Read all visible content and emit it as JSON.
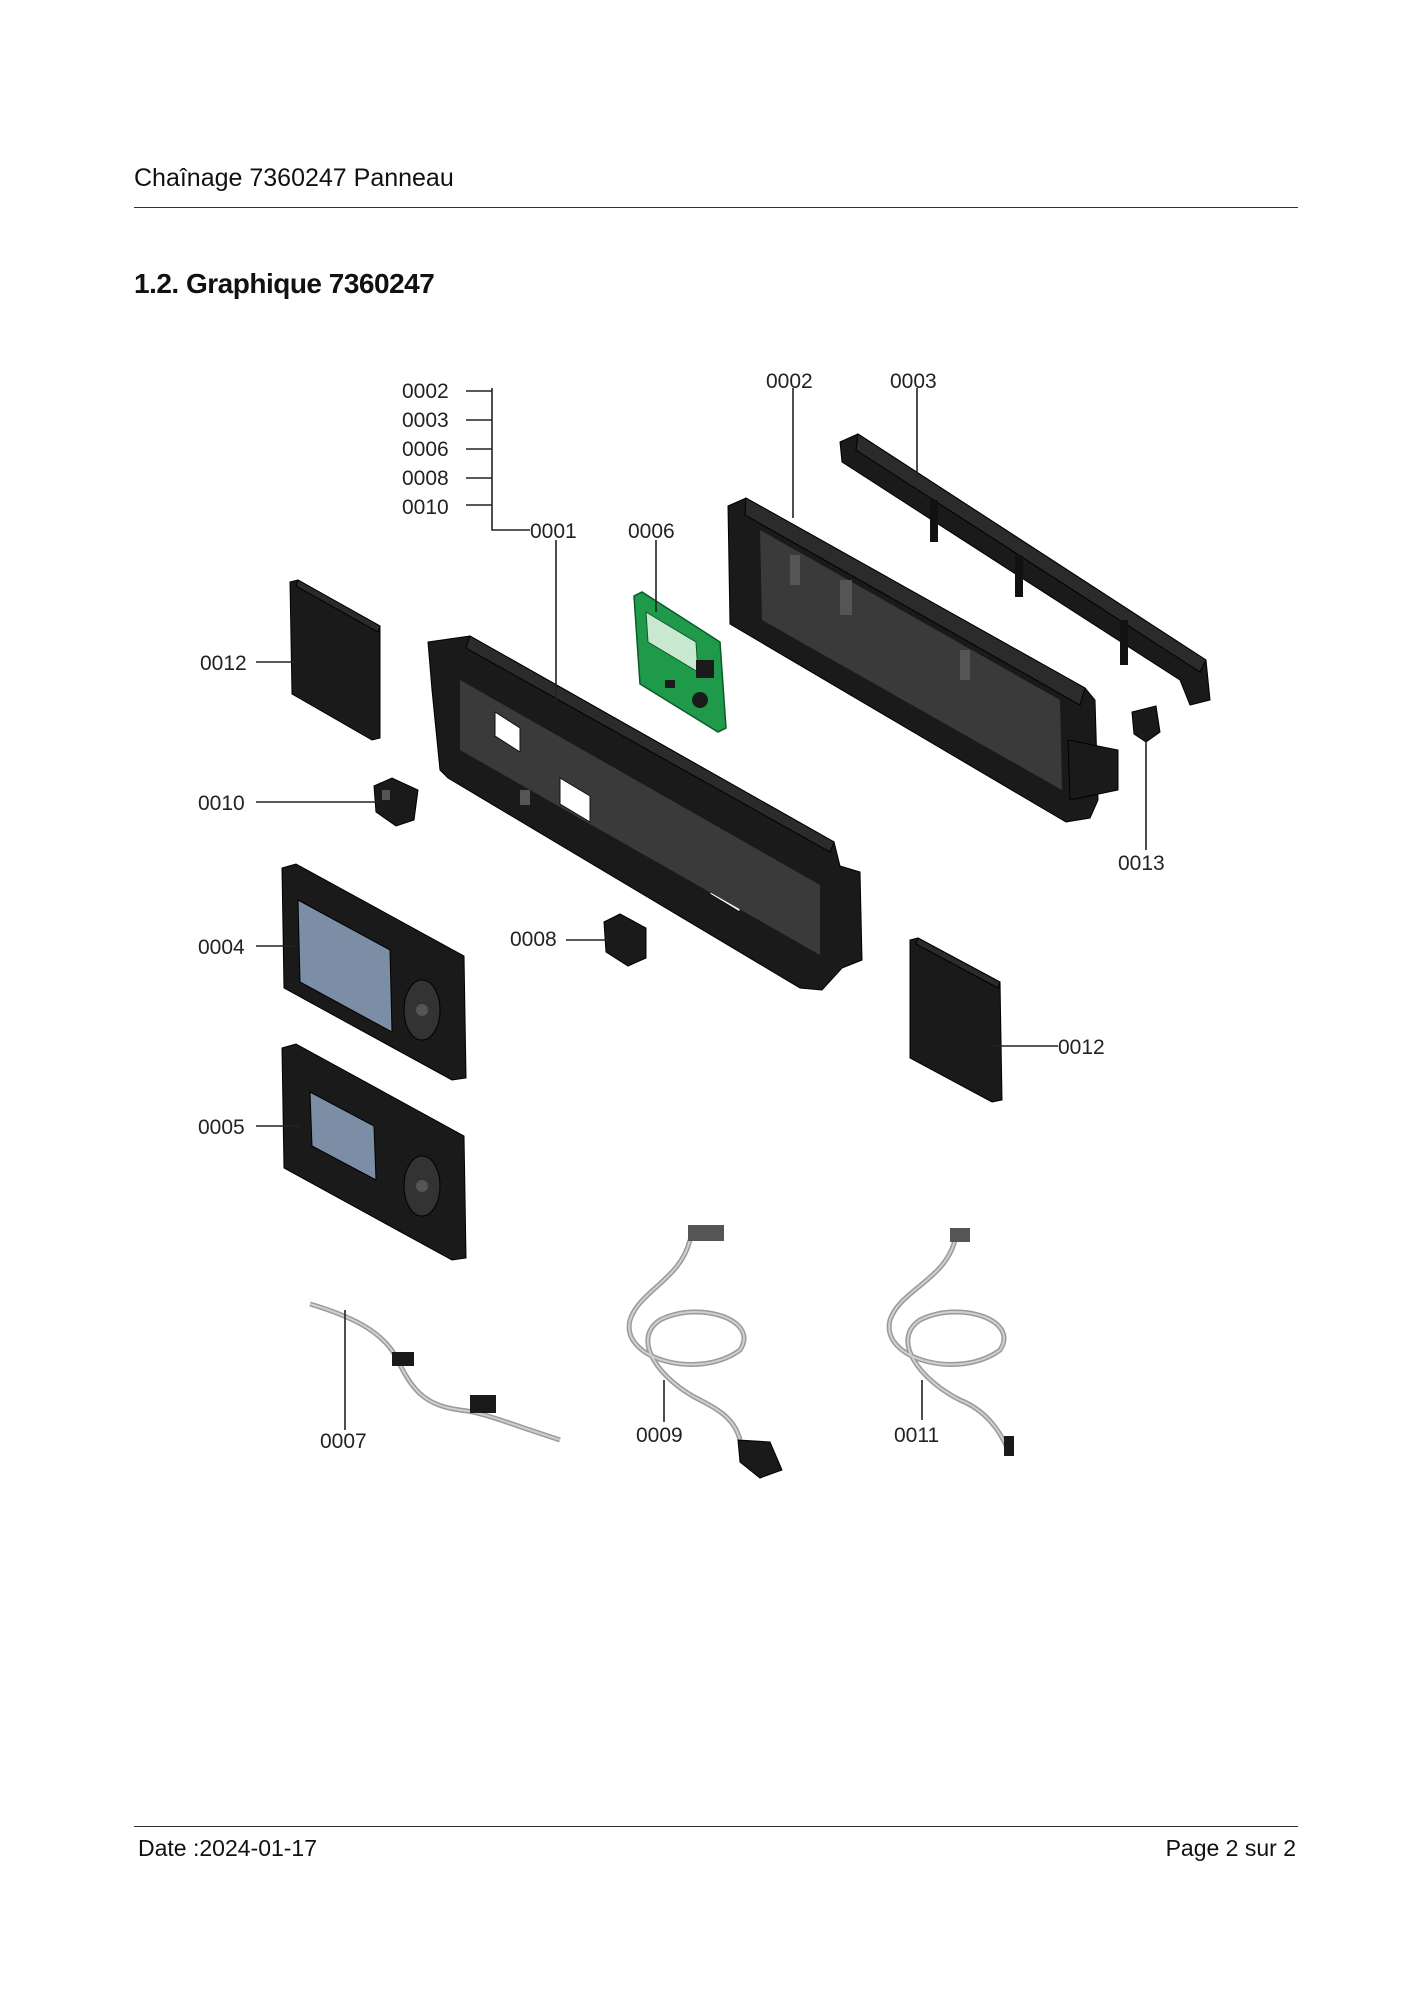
{
  "header": {
    "title": "Chaînage 7360247 Panneau"
  },
  "section": {
    "title": "1.2. Graphique 7360247"
  },
  "diagram": {
    "callouts": {
      "stack": [
        "0002",
        "0003",
        "0006",
        "0008",
        "0010"
      ],
      "p0001": "0001",
      "p0006": "0006",
      "p0002": "0002",
      "p0003": "0003",
      "p0012a": "0012",
      "p0010": "0010",
      "p0013": "0013",
      "p0004": "0004",
      "p0008": "0008",
      "p0012b": "0012",
      "p0005": "0005",
      "p0007": "0007",
      "p0009": "0009",
      "p0011": "0011"
    },
    "colors": {
      "plastic": "#1a1a1a",
      "pcb": "#1f9a4a",
      "display": "#7b8ea6",
      "cable": "#9a9a9a"
    }
  },
  "footer": {
    "date": "Date :2024-01-17",
    "page": "Page 2 sur  2"
  }
}
